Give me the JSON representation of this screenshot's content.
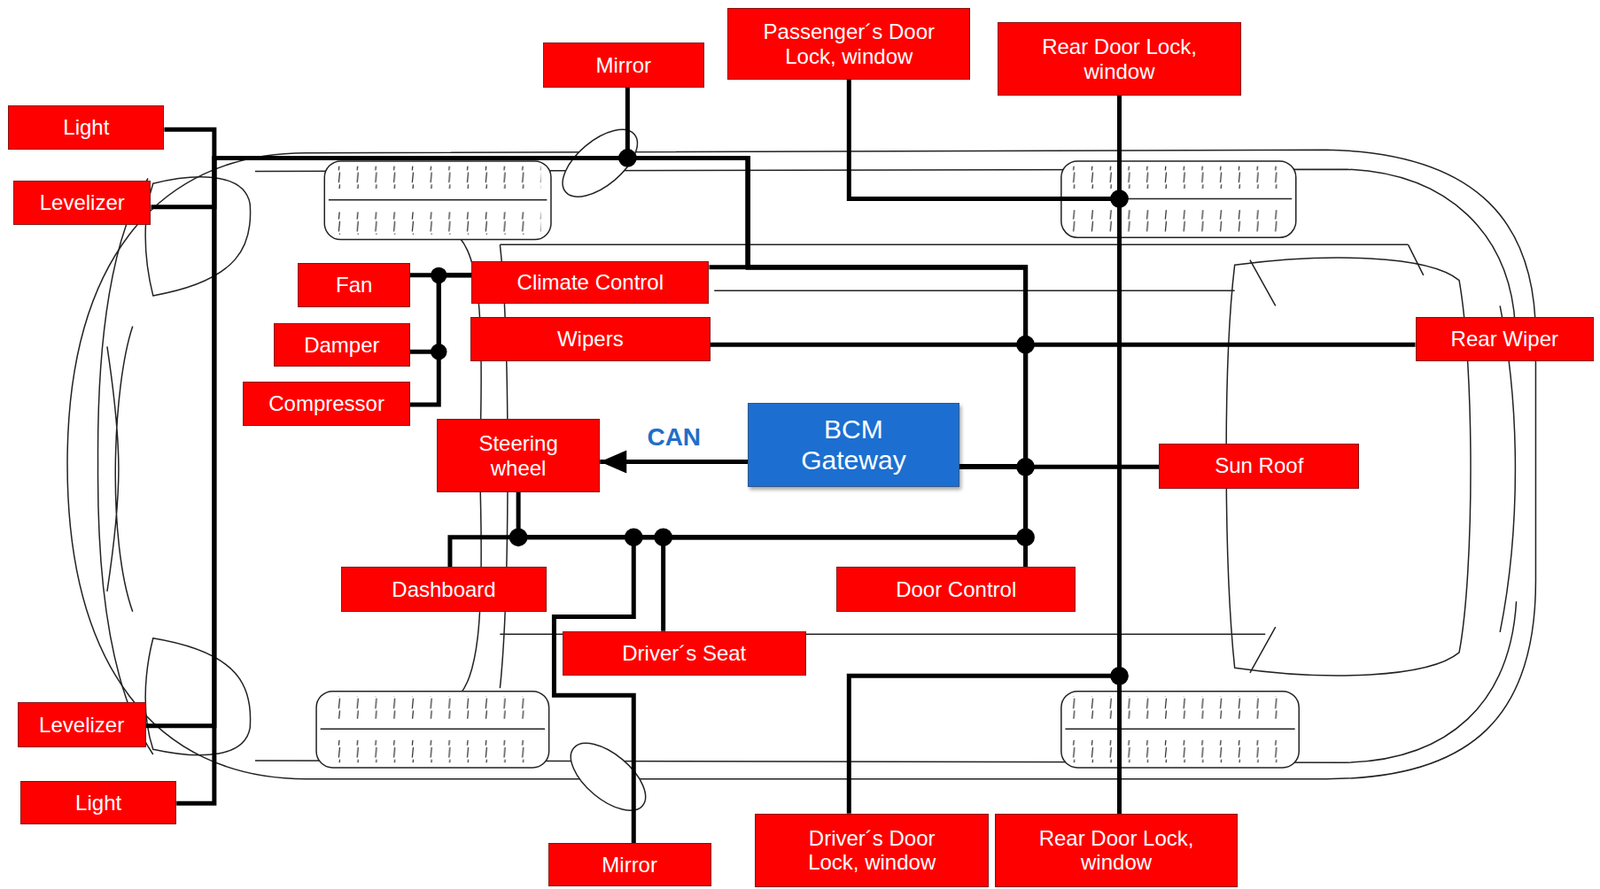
{
  "diagram": {
    "nodes": [
      {
        "text": [
          "Mirror"
        ]
      },
      {
        "text": [
          "Passenger´s Door Lock, window"
        ]
      },
      {
        "text": [
          "Rear Door Lock, window"
        ]
      },
      {
        "text": [
          "Light"
        ]
      },
      {
        "text": [
          "Levelizer"
        ]
      },
      {
        "text": [
          "Fan"
        ]
      },
      {
        "text": [
          "Climate Control"
        ]
      },
      {
        "text": [
          "Damper"
        ]
      },
      {
        "text": [
          "Wipers"
        ]
      },
      {
        "text": [
          "Rear Wiper"
        ]
      },
      {
        "text": [
          "Compressor"
        ]
      },
      {
        "text": [
          "Steering wheel"
        ]
      },
      {
        "text": [
          "BCM Gateway"
        ]
      },
      {
        "text": [
          "Sun Roof"
        ]
      },
      {
        "text": [
          "Dashboard"
        ]
      },
      {
        "text": [
          "Door Control"
        ]
      },
      {
        "text": [
          "Driver´s Seat"
        ]
      },
      {
        "text": [
          "Levelizer"
        ]
      },
      {
        "text": [
          "Light"
        ]
      },
      {
        "text": [
          "Driver´s Door Lock, window"
        ]
      },
      {
        "text": [
          "Rear Door Lock, window"
        ]
      },
      {
        "text": [
          "Mirror"
        ]
      }
    ],
    "edges": [
      {
        "from": 12,
        "to": 11,
        "arrow": "to",
        "label": "CAN"
      },
      {
        "from": 12,
        "to": 13,
        "arrow": "none"
      },
      {
        "from": 12,
        "to": 15,
        "arrow": "none"
      },
      {
        "from": 12,
        "to": 8,
        "arrow": "none"
      },
      {
        "from": 12,
        "to": 9,
        "arrow": "none"
      },
      {
        "from": 12,
        "to": 6,
        "arrow": "none"
      },
      {
        "from": 12,
        "to": 0,
        "arrow": "none"
      },
      {
        "from": 12,
        "to": 3,
        "arrow": "none"
      },
      {
        "from": 12,
        "to": 4,
        "arrow": "none"
      },
      {
        "from": 12,
        "to": 17,
        "arrow": "none"
      },
      {
        "from": 12,
        "to": 18,
        "arrow": "none"
      },
      {
        "from": 12,
        "to": 11,
        "arrow": "none"
      },
      {
        "from": 12,
        "to": 14,
        "arrow": "none"
      },
      {
        "from": 12,
        "to": 16,
        "arrow": "none"
      },
      {
        "from": 12,
        "to": 21,
        "arrow": "none"
      },
      {
        "from": 6,
        "to": 5,
        "arrow": "none"
      },
      {
        "from": 6,
        "to": 7,
        "arrow": "none"
      },
      {
        "from": 6,
        "to": 10,
        "arrow": "none"
      },
      {
        "from": 2,
        "to": 20,
        "arrow": "none"
      },
      {
        "from": 1,
        "to": 2,
        "arrow": "none"
      },
      {
        "from": 19,
        "to": 20,
        "arrow": "none"
      }
    ]
  }
}
